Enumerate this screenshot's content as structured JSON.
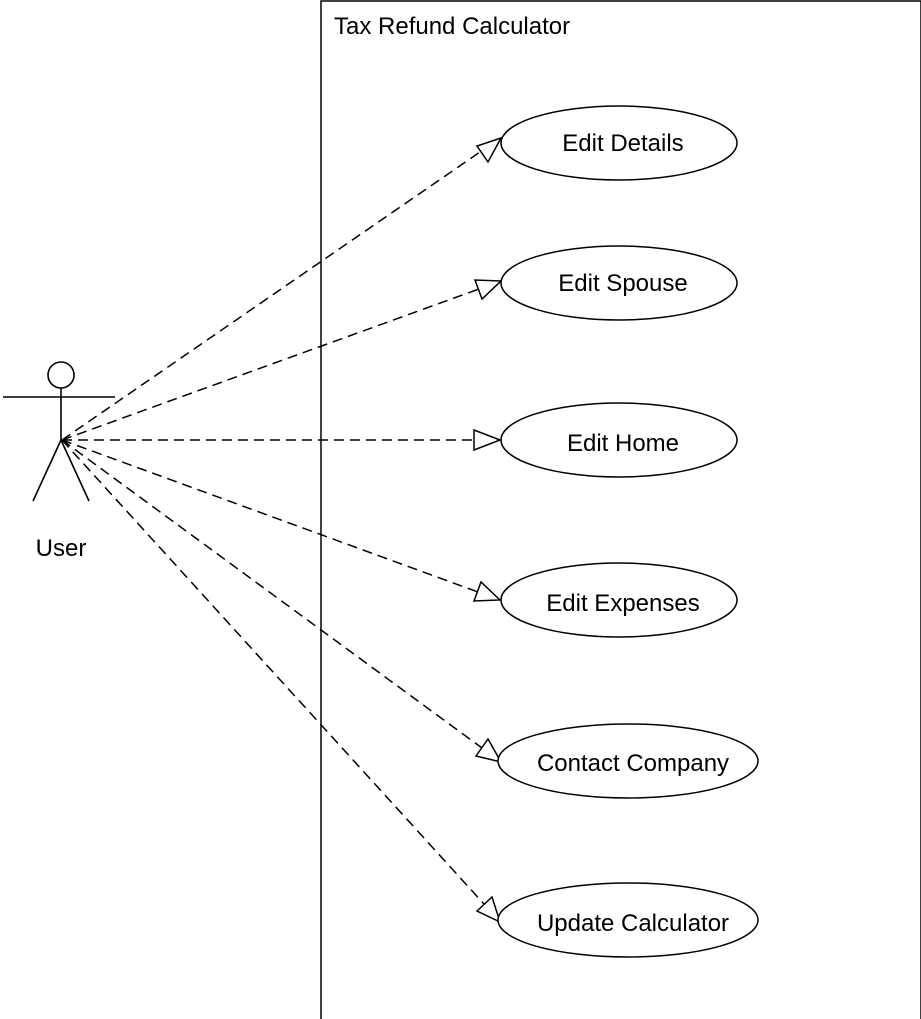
{
  "diagram": {
    "system": {
      "name": "Tax Refund Calculator"
    },
    "actor": {
      "name": "User"
    },
    "use_cases": [
      {
        "id": "edit-details",
        "label": "Edit Details"
      },
      {
        "id": "edit-spouse",
        "label": "Edit Spouse"
      },
      {
        "id": "edit-home",
        "label": "Edit Home"
      },
      {
        "id": "edit-expenses",
        "label": "Edit Expenses"
      },
      {
        "id": "contact-company",
        "label": "Contact Company"
      },
      {
        "id": "update-calculator",
        "label": "Update Calculator"
      }
    ],
    "relationships": [
      {
        "from": "User",
        "to": "Edit Details"
      },
      {
        "from": "User",
        "to": "Edit Spouse"
      },
      {
        "from": "User",
        "to": "Edit Home"
      },
      {
        "from": "User",
        "to": "Edit Expenses"
      },
      {
        "from": "User",
        "to": "Contact Company"
      },
      {
        "from": "User",
        "to": "Update Calculator"
      }
    ],
    "colors": {
      "stroke": "#000000",
      "background": "#ffffff"
    }
  }
}
